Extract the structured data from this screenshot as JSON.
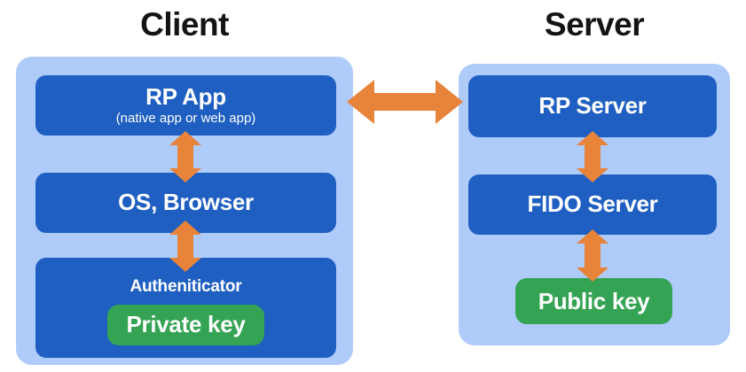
{
  "colors": {
    "page_bg": "#ffffff",
    "container_bg": "#AECBFA",
    "box_bg": "#1E5FC1",
    "key_bg": "#34A353",
    "arrow": "#E8833A",
    "title_text": "#141414",
    "box_text": "#ffffff"
  },
  "client": {
    "title": "Client",
    "rp_app": {
      "label": "RP App",
      "sublabel": "(native app or web app)"
    },
    "os_browser": {
      "label": "OS, Browser"
    },
    "authenticator": {
      "label": "Autheniticator",
      "key_label": "Private key"
    }
  },
  "server": {
    "title": "Server",
    "rp_server": {
      "label": "RP Server"
    },
    "fido_server": {
      "label": "FIDO Server"
    },
    "public_key": {
      "label": "Public key"
    }
  }
}
